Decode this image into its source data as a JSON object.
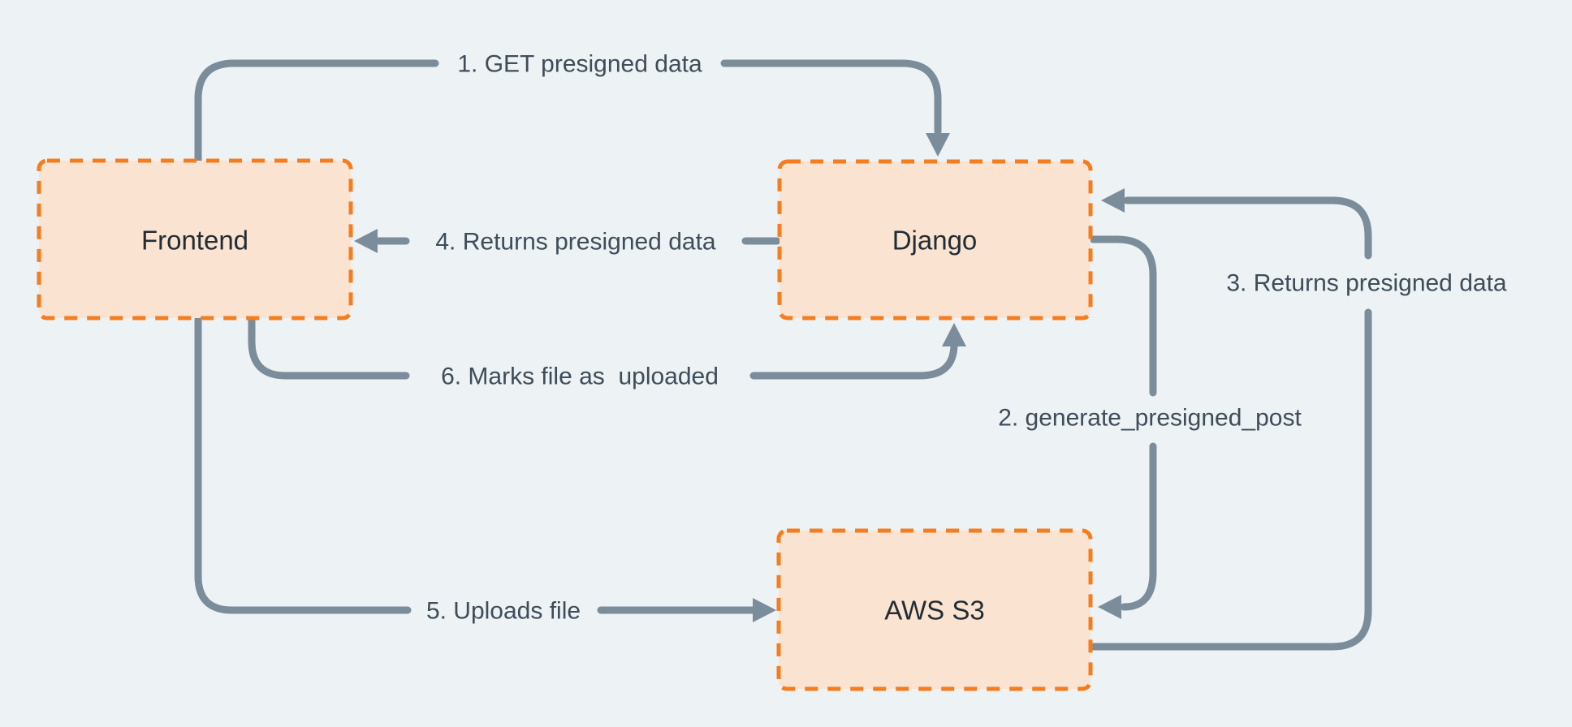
{
  "diagram": {
    "title_hint": "presigned upload flow",
    "colors": {
      "background": "#edf2f5",
      "node_fill": "#fbe3d1",
      "node_border": "#f47d20",
      "arrow": "#7b8c9a",
      "edge_text": "#3d4d59",
      "node_text": "#212c35"
    },
    "nodes": {
      "frontend": {
        "label": "Frontend"
      },
      "django": {
        "label": "Django"
      },
      "aws_s3": {
        "label": "AWS S3"
      }
    },
    "edges": {
      "get_presigned": {
        "label": "1. GET presigned data",
        "from": "Frontend",
        "to": "Django"
      },
      "generate_presigned_post": {
        "label": "2. generate_presigned_post",
        "from": "Django",
        "to": "AWS S3"
      },
      "returns_presigned_to_django": {
        "label": "3. Returns presigned data",
        "from": "AWS S3",
        "to": "Django"
      },
      "returns_presigned_to_frontend": {
        "label": "4. Returns presigned data",
        "from": "Django",
        "to": "Frontend"
      },
      "uploads_file": {
        "label": "5. Uploads file",
        "from": "Frontend",
        "to": "AWS S3"
      },
      "marks_uploaded": {
        "label": "6. Marks file as  uploaded",
        "from": "Frontend",
        "to": "Django"
      }
    }
  }
}
